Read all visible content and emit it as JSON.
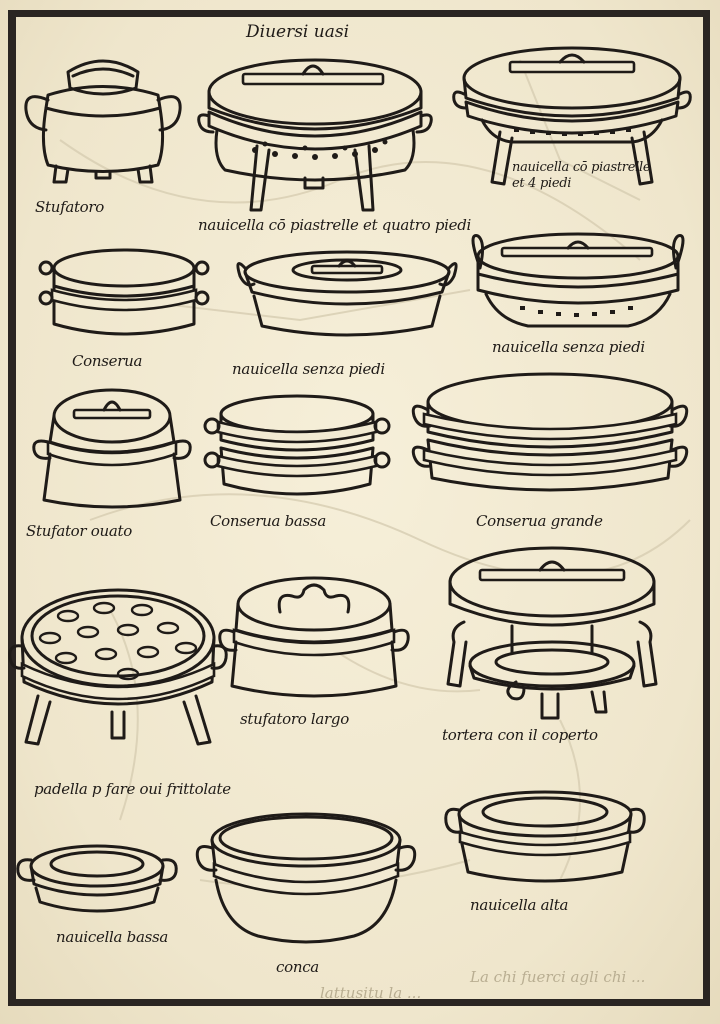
{
  "page": {
    "title": "Diuersi uasi"
  },
  "vessels": [
    {
      "name": "stufatoro",
      "label": "Stufatoro"
    },
    {
      "name": "navicella-piastrelle-quattro-piedi",
      "label": "nauicella cō piastrelle et quatro piedi"
    },
    {
      "name": "navicella-piastrelle-4-piedi",
      "label": "nauicella cō piastrelle et 4 piedi"
    },
    {
      "name": "conserva",
      "label": "Conserua"
    },
    {
      "name": "navicella-senza-piedi-1",
      "label": "nauicella senza piedi"
    },
    {
      "name": "navicella-senza-piedi-2",
      "label": "nauicella senza piedi"
    },
    {
      "name": "stufator-ovato",
      "label": "Stufator ouato"
    },
    {
      "name": "conserva-bassa",
      "label": "Conserua bassa"
    },
    {
      "name": "conserva-grande",
      "label": "Conserua grande"
    },
    {
      "name": "padella-frittelle",
      "label": "padella p fare oui frittolate"
    },
    {
      "name": "stufatoro-largo",
      "label": "stufatoro largo"
    },
    {
      "name": "tortera-coperto",
      "label": "tortera con il coperto"
    },
    {
      "name": "navicella-bassa",
      "label": "nauicella bassa"
    },
    {
      "name": "conca",
      "label": "conca"
    },
    {
      "name": "navicella-alta",
      "label": "nauicella alta"
    }
  ],
  "bleed_through": {
    "line1": "La chi fuerci agli chi ...",
    "line2": "lattusitu la ..."
  },
  "colors": {
    "ink": "#1f1b18",
    "paper": "#f2ead2",
    "frame": "#2a2522"
  }
}
